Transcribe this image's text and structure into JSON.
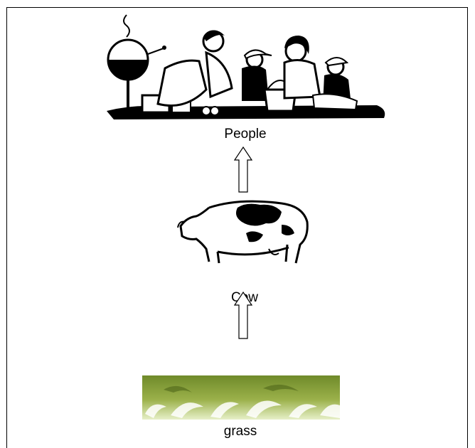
{
  "nodes": [
    {
      "id": "people",
      "label": "People",
      "icon": "picnic-people-icon"
    },
    {
      "id": "cow",
      "label": "Cow",
      "icon": "cow-icon"
    },
    {
      "id": "grass",
      "label": "grass",
      "icon": "grass-icon"
    }
  ],
  "edges": [
    {
      "from": "cow",
      "to": "people"
    },
    {
      "from": "grass",
      "to": "cow"
    }
  ],
  "colors": {
    "grass_dark": "#6f8a2a",
    "grass_light": "#e7f0c8"
  }
}
